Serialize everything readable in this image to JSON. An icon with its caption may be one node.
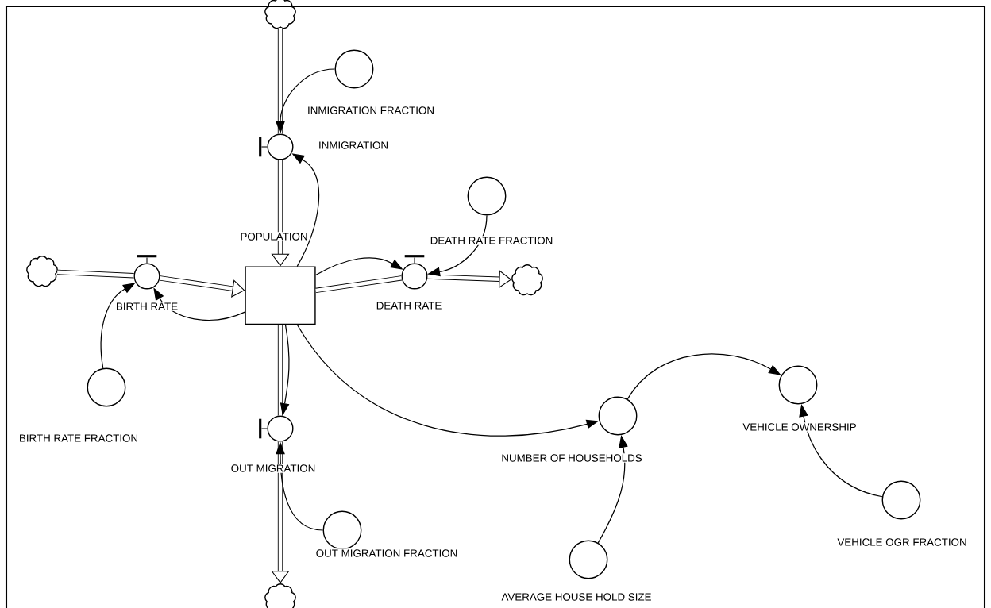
{
  "diagram": {
    "nodes": [
      {
        "text": [],
        "shape": "cloud"
      },
      {
        "text": [
          "INMIGRATION FRACTION"
        ]
      },
      {
        "text": [
          "INMIGRATION"
        ]
      },
      {
        "text": [
          "POPULATION"
        ]
      },
      {
        "text": [],
        "shape": "cloud"
      },
      {
        "text": [
          "BIRTH RATE"
        ]
      },
      {
        "text": [
          "DEATH RATE FRACTION"
        ]
      },
      {
        "text": [
          "DEATH RATE"
        ]
      },
      {
        "text": [],
        "shape": "cloud"
      },
      {
        "text": [
          "BIRTH RATE FRACTION"
        ]
      },
      {
        "text": [
          "OUT MIGRATION"
        ]
      },
      {
        "text": [
          "OUT MIGRATION FRACTION"
        ]
      },
      {
        "text": [],
        "shape": "cloud"
      },
      {
        "text": [
          "NUMBER OF HOUSEHOLDS"
        ]
      },
      {
        "text": [
          "VEHICLE OWNERSHIP"
        ]
      },
      {
        "text": [
          "AVERAGE HOUSE HOLD SIZE"
        ]
      },
      {
        "text": [
          "VEHICLE OGR FRACTION"
        ]
      }
    ],
    "edges": [
      {
        "from": 0,
        "to": 2,
        "arrow": "none",
        "style": "thick"
      },
      {
        "from": 2,
        "to": 3,
        "arrow": "to",
        "style": "thick"
      },
      {
        "from": 4,
        "to": 5,
        "arrow": "none",
        "style": "thick"
      },
      {
        "from": 5,
        "to": 3,
        "arrow": "to",
        "style": "thick"
      },
      {
        "from": 3,
        "to": 7,
        "arrow": "none",
        "style": "thick"
      },
      {
        "from": 7,
        "to": 8,
        "arrow": "to",
        "style": "thick"
      },
      {
        "from": 3,
        "to": 10,
        "arrow": "none",
        "style": "thick"
      },
      {
        "from": 10,
        "to": 12,
        "arrow": "to",
        "style": "thick"
      },
      {
        "from": 1,
        "to": 2,
        "arrow": "to"
      },
      {
        "from": 3,
        "to": 2,
        "arrow": "to"
      },
      {
        "from": 3,
        "to": 5,
        "arrow": "to"
      },
      {
        "from": 9,
        "to": 5,
        "arrow": "to"
      },
      {
        "from": 3,
        "to": 7,
        "arrow": "to"
      },
      {
        "from": 6,
        "to": 7,
        "arrow": "to"
      },
      {
        "from": 3,
        "to": 10,
        "arrow": "to"
      },
      {
        "from": 11,
        "to": 10,
        "arrow": "to"
      },
      {
        "from": 3,
        "to": 13,
        "arrow": "to"
      },
      {
        "from": 13,
        "to": 14,
        "arrow": "to"
      },
      {
        "from": 15,
        "to": 13,
        "arrow": "to"
      },
      {
        "from": 16,
        "to": 14,
        "arrow": "to"
      }
    ]
  }
}
